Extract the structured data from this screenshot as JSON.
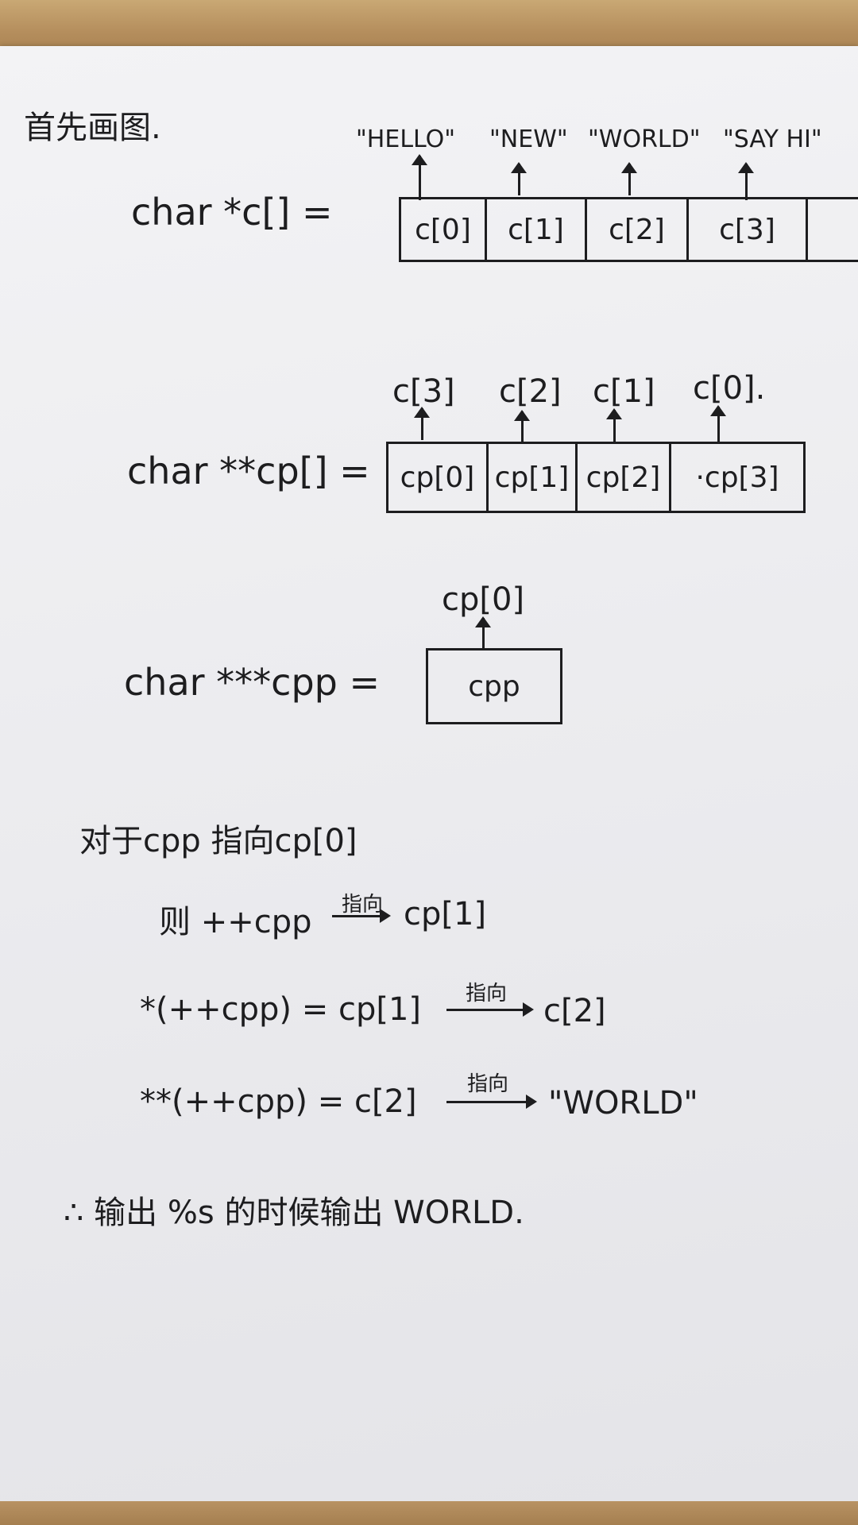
{
  "heading": "首先画图.",
  "strings": [
    "\"HELLO\"",
    "\"NEW\"",
    "\"WORLD\"",
    "\"SAY HI\""
  ],
  "c_decl": "char *c[]  =",
  "c_cells": [
    "c[0]",
    "c[1]",
    "c[2]",
    "c[3]"
  ],
  "cp_targets": [
    "c[3]",
    "c[2]",
    "c[1]",
    "c[0]."
  ],
  "cp_decl": "char **cp[]  =",
  "cp_cells": [
    "cp[0]",
    "cp[1]",
    "cp[2]",
    "·cp[3]"
  ],
  "cpp_target": "cp[0]",
  "cpp_decl": "char ***cpp  =",
  "cpp_cell": "cpp",
  "explain": {
    "line1": "对于cpp 指向cp[0]",
    "line2_pre": "则 ++cpp",
    "line2_arrow": "指向",
    "line2_post": "cp[1]",
    "line3_pre": "*(++cpp)  = cp[1]",
    "line3_arrow": "指向",
    "line3_post": "c[2]",
    "line4_pre": "**(++cpp)  = c[2]",
    "line4_arrow": "指向",
    "line4_post": "\"WORLD\"",
    "conclusion": "∴ 输出 %s 的时候输出 WORLD."
  }
}
